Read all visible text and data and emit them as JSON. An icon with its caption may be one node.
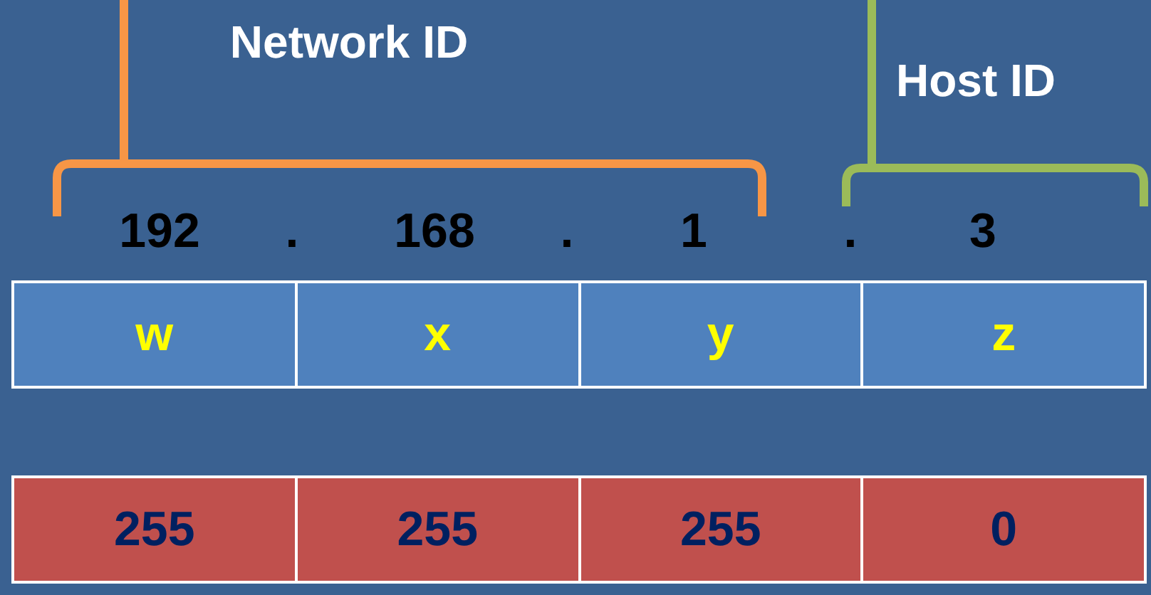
{
  "diagram": {
    "labels": [
      "Network ID",
      "Host ID",
      "192",
      ".",
      "168",
      ".",
      "1",
      ".",
      "3",
      "w",
      "x",
      "y",
      "z",
      "255",
      "255",
      "255",
      "0"
    ]
  }
}
